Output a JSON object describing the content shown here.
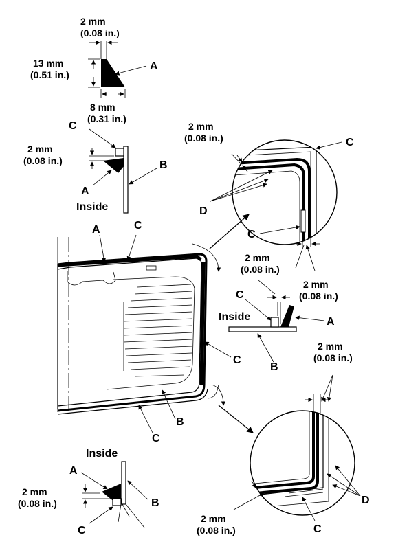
{
  "dimensions": {
    "width_mm": "2 mm",
    "width_in": "(0.08 in.)",
    "height_mm": "13 mm",
    "height_in": "(0.51 in.)",
    "base_mm": "8 mm",
    "base_in": "(0.31 in.)"
  },
  "callouts": {
    "a": "A",
    "b": "B",
    "c": "C",
    "d": "D"
  },
  "labels": {
    "inside": "Inside"
  },
  "gap": {
    "mm": "2 mm",
    "in": "(0.08 in.)"
  }
}
